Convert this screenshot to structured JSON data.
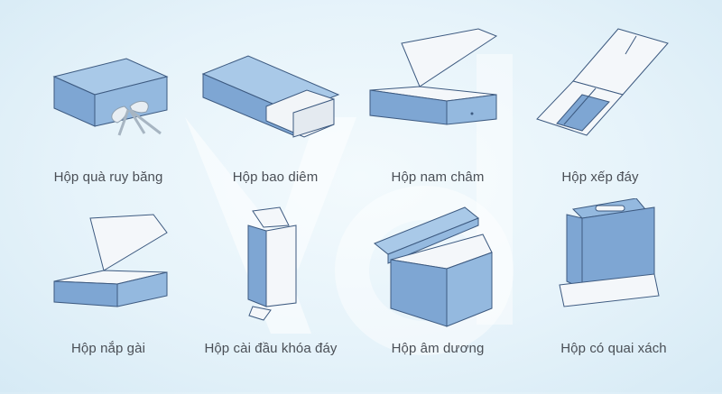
{
  "colors": {
    "box_front": "#7ea6d3",
    "box_side": "#94b9df",
    "box_top": "#a9c9e8",
    "inner": "#f4f7fa",
    "outline": "#3d5a80",
    "watermark": "#ffffff"
  },
  "watermark_icon": "vd-logo-watermark",
  "items": [
    {
      "label": "Hộp quà ruy băng",
      "icon": "ribbon-gift-box-icon"
    },
    {
      "label": "Hộp bao diêm",
      "icon": "matchbox-icon"
    },
    {
      "label": "Hộp nam châm",
      "icon": "magnetic-box-icon"
    },
    {
      "label": "Hộp xếp đáy",
      "icon": "folding-bottom-box-icon"
    },
    {
      "label": "Hộp nắp gài",
      "icon": "tuck-lid-box-icon"
    },
    {
      "label": "Hộp cài đầu khóa đáy",
      "icon": "lock-bottom-box-icon"
    },
    {
      "label": "Hộp âm dương",
      "icon": "lid-and-base-box-icon"
    },
    {
      "label": "Hộp có quai xách",
      "icon": "handle-carry-box-icon"
    }
  ]
}
